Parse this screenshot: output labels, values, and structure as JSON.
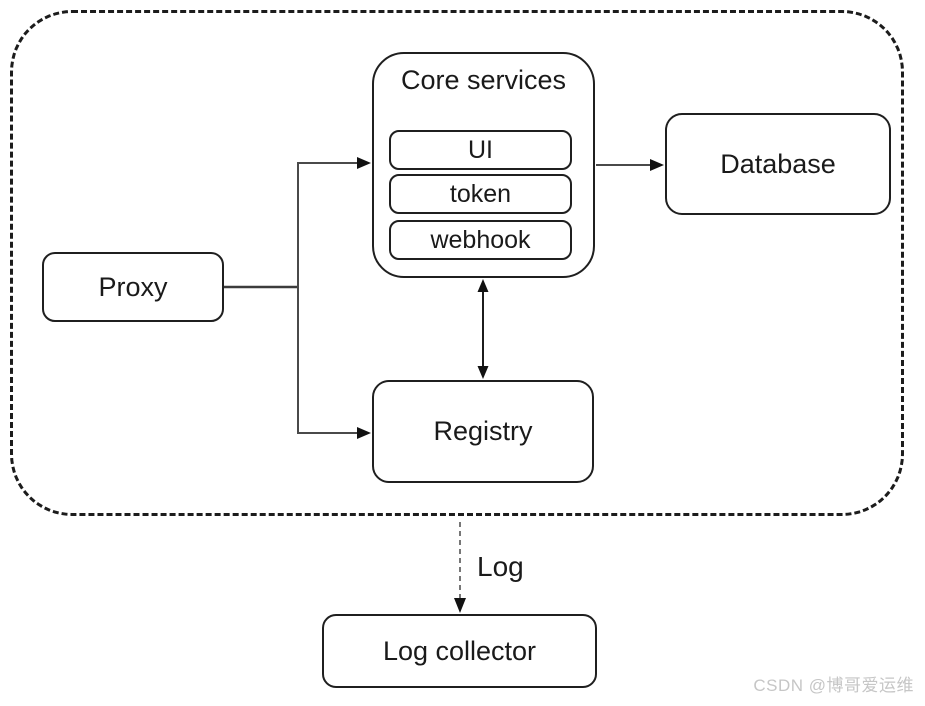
{
  "diagram": {
    "nodes": {
      "proxy": {
        "label": "Proxy"
      },
      "core_services": {
        "label": "Core services",
        "children": [
          {
            "label": "UI"
          },
          {
            "label": "token"
          },
          {
            "label": "webhook"
          }
        ]
      },
      "database": {
        "label": "Database"
      },
      "registry": {
        "label": "Registry"
      },
      "log_collector": {
        "label": "Log collector"
      }
    },
    "edges": [
      {
        "from": "proxy",
        "to": "core_services",
        "style": "solid",
        "direction": "forward"
      },
      {
        "from": "proxy",
        "to": "registry",
        "style": "solid",
        "direction": "forward"
      },
      {
        "from": "core_services",
        "to": "database",
        "style": "solid",
        "direction": "forward"
      },
      {
        "from": "core_services",
        "to": "registry",
        "style": "solid",
        "direction": "both"
      },
      {
        "from": "cluster_boundary",
        "to": "log_collector",
        "style": "dashed",
        "direction": "forward",
        "label": "Log"
      }
    ],
    "colors": {
      "box_border": "#1f1f1f",
      "line": "#4a4a4a",
      "arrowhead": "#111111",
      "watermark": "#c6c6c6"
    }
  },
  "watermark": {
    "text": "CSDN @博哥爱运维"
  }
}
